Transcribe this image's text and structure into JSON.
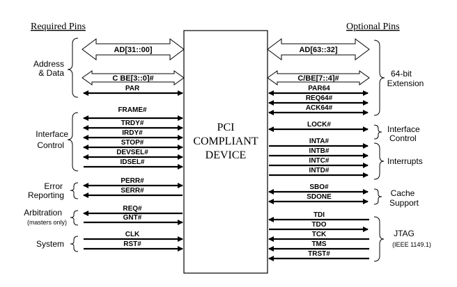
{
  "headings": {
    "required": "Required Pins",
    "optional": "Optional Pins"
  },
  "device": {
    "lines": [
      "PCI",
      "COMPLIANT",
      "DEVICE"
    ]
  },
  "left_groups": [
    {
      "id": "address-data",
      "lines": [
        "Address",
        "& Data"
      ]
    },
    {
      "id": "interface-control",
      "lines": [
        "Interface",
        "Control"
      ]
    },
    {
      "id": "error-reporting",
      "lines": [
        "Error",
        "Reporting"
      ]
    },
    {
      "id": "arbitration",
      "lines": [
        "Arbitration",
        "(masters only)"
      ]
    },
    {
      "id": "system",
      "lines": [
        "System"
      ]
    }
  ],
  "right_groups": [
    {
      "id": "64bit-extension",
      "lines": [
        "64-bit",
        "Extension"
      ]
    },
    {
      "id": "interface-control-opt",
      "lines": [
        "Interface",
        "Control"
      ]
    },
    {
      "id": "interrupts",
      "lines": [
        "Interrupts"
      ]
    },
    {
      "id": "cache-support",
      "lines": [
        "Cache",
        "Support"
      ]
    },
    {
      "id": "jtag",
      "lines": [
        "JTAG",
        "(IEEE 1149.1)"
      ]
    }
  ],
  "left_buses": [
    "AD[31::00]",
    "C BE[3::0]#"
  ],
  "right_buses": [
    "AD[63::32]",
    "C/BE[7::4]#"
  ],
  "left_pins": [
    "PAR",
    "FRAME#",
    "TRDY#",
    "IRDY#",
    "STOP#",
    "DEVSEL#",
    "IDSEL#",
    "PERR#",
    "SERR#",
    "REQ#",
    "GNT#",
    "CLK",
    "RST#"
  ],
  "right_pins": [
    "PAR64",
    "REQ64#",
    "ACK64#",
    "LOCK#",
    "INTA#",
    "INTB#",
    "INTC#",
    "INTD#",
    "SBO#",
    "SDONE",
    "TDI",
    "TDO",
    "TCK",
    "TMS",
    "TRST#"
  ]
}
